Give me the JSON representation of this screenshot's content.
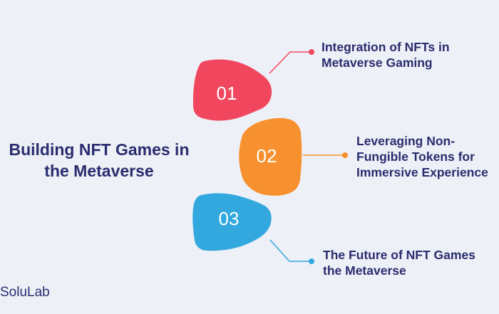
{
  "title": {
    "line1": "Building NFT Games in",
    "line2": "the Metaverse"
  },
  "brand": "SoluLab",
  "steps": [
    {
      "number": "01",
      "label_line1": "Integration of NFTs in",
      "label_line2": "Metaverse Gaming",
      "color": "#f0475e"
    },
    {
      "number": "02",
      "label_line1": "Leveraging Non-",
      "label_line2": "Fungible Tokens for",
      "label_line3": "Immersive Experience",
      "color": "#f7912f"
    },
    {
      "number": "03",
      "label_line1": "The Future of NFT Games",
      "label_line2": "the Metaverse",
      "color": "#33a8de"
    }
  ],
  "colors": {
    "background": "#eef0f7",
    "text": "#2a2d6e"
  }
}
